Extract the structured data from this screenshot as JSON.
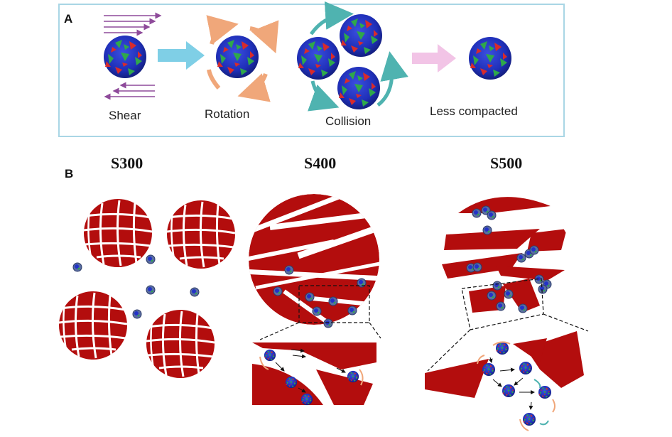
{
  "panel_a": {
    "letter": "A",
    "steps": {
      "shear": "Shear",
      "rotation": "Rotation",
      "collision": "Collision",
      "less_compacted": "Less compacted"
    }
  },
  "panel_b": {
    "letter": "B",
    "columns": {
      "s300": "S300",
      "s400": "S400",
      "s500": "S500"
    }
  },
  "colors": {
    "granule": "#b30d0d",
    "panel_border": "#a9d6e5",
    "shear_arrow": "#8e4a9a",
    "rotation_arrow": "#f0a77a",
    "collision_arrow": "#4fb3b0",
    "big_arrow_blue": "#7fcfe6",
    "big_arrow_pink": "#f2c4e6",
    "particle_blue": "#2233c8",
    "particle_green": "#2fa84b",
    "particle_red": "#d82b2b"
  },
  "icons": {
    "particle": "virus-particle-icon"
  }
}
